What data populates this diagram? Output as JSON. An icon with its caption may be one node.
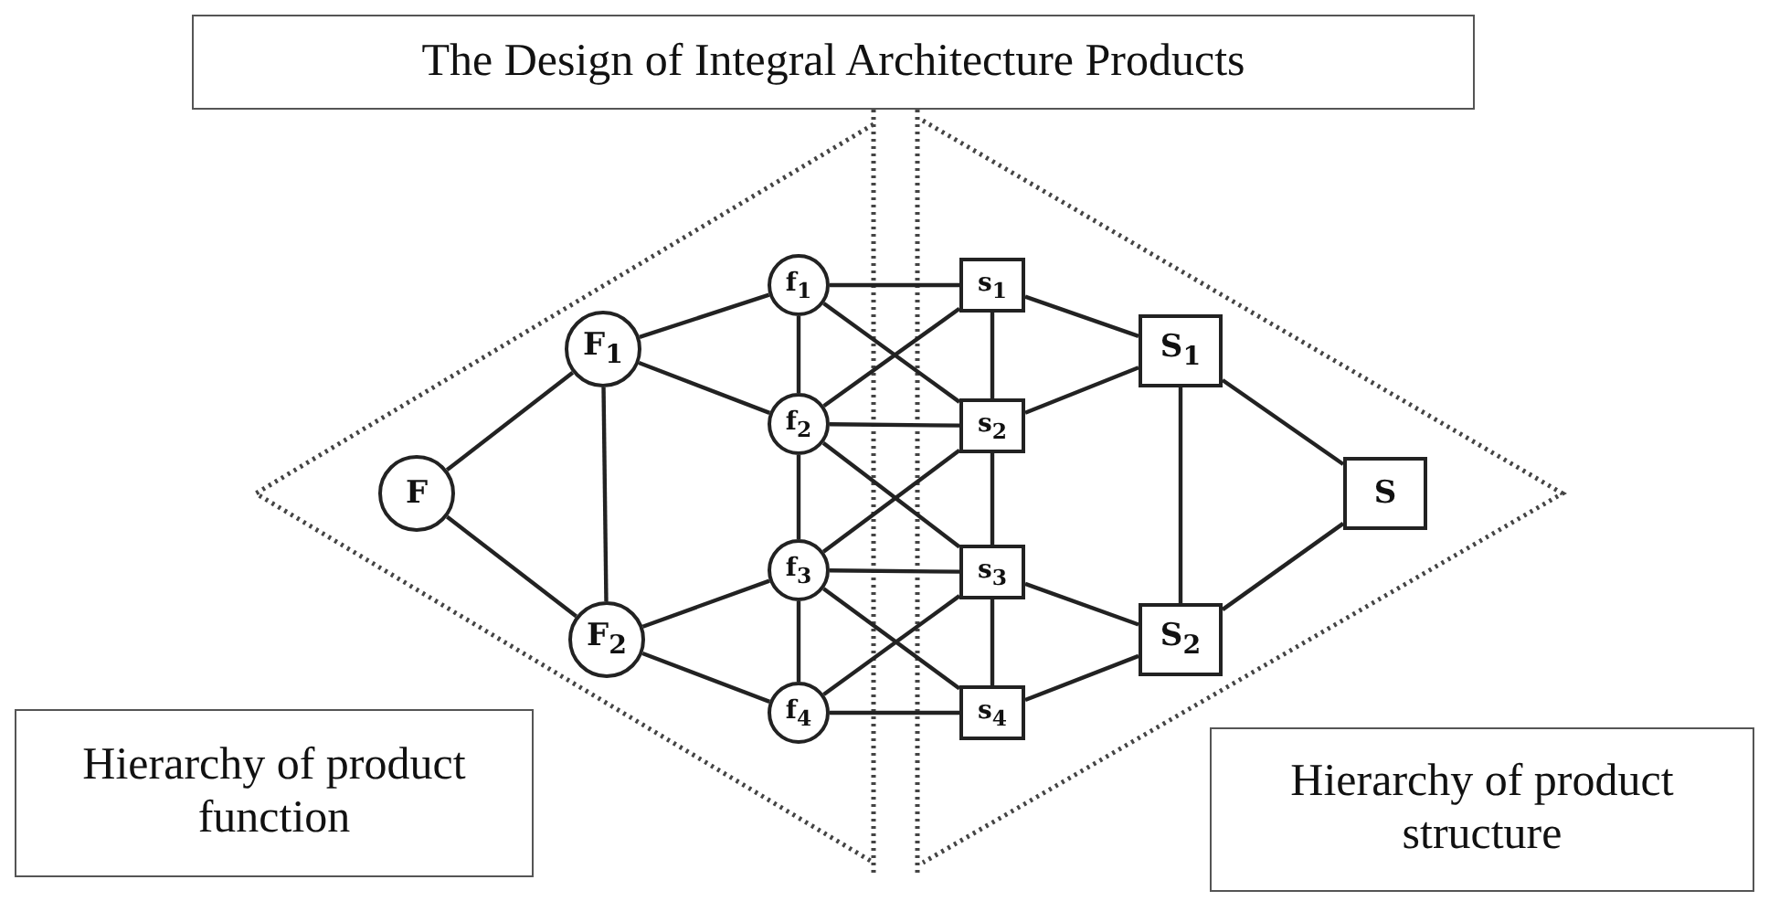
{
  "diagram": {
    "nodes": [
      {
        "text": [
          "The Design of Integral Architecture Products"
        ]
      },
      {
        "text": [
          "Hierarchy of product function"
        ]
      },
      {
        "text": [
          "Hierarchy of product structure"
        ]
      },
      {
        "text": [
          "F"
        ]
      },
      {
        "text": [
          "F$_{1}$"
        ]
      },
      {
        "text": [
          "F$_{2}$"
        ]
      },
      {
        "text": [
          "f$_{1}$"
        ]
      },
      {
        "text": [
          "f$_{2}$"
        ]
      },
      {
        "text": [
          "f$_{3}$"
        ]
      },
      {
        "text": [
          "f$_{4}$"
        ]
      },
      {
        "text": [
          "s$_{1}$"
        ]
      },
      {
        "text": [
          "s$_{2}$"
        ]
      },
      {
        "text": [
          "s$_{3}$"
        ]
      },
      {
        "text": [
          "s$_{4}$"
        ]
      },
      {
        "text": [
          "S$_{1}$"
        ]
      },
      {
        "text": [
          "S$_{2}$"
        ]
      },
      {
        "text": [
          "S"
        ]
      }
    ],
    "edges": [
      {
        "from": 3,
        "to": 4,
        "arrow": "none"
      },
      {
        "from": 3,
        "to": 5,
        "arrow": "none"
      },
      {
        "from": 4,
        "to": 5,
        "arrow": "none"
      },
      {
        "from": 4,
        "to": 6,
        "arrow": "none"
      },
      {
        "from": 4,
        "to": 7,
        "arrow": "none"
      },
      {
        "from": 5,
        "to": 8,
        "arrow": "none"
      },
      {
        "from": 5,
        "to": 9,
        "arrow": "none"
      },
      {
        "from": 6,
        "to": 7,
        "arrow": "none"
      },
      {
        "from": 7,
        "to": 8,
        "arrow": "none"
      },
      {
        "from": 8,
        "to": 9,
        "arrow": "none"
      },
      {
        "from": 6,
        "to": 10,
        "arrow": "none"
      },
      {
        "from": 6,
        "to": 11,
        "arrow": "none"
      },
      {
        "from": 7,
        "to": 10,
        "arrow": "none"
      },
      {
        "from": 7,
        "to": 11,
        "arrow": "none"
      },
      {
        "from": 7,
        "to": 12,
        "arrow": "none"
      },
      {
        "from": 8,
        "to": 11,
        "arrow": "none"
      },
      {
        "from": 8,
        "to": 12,
        "arrow": "none"
      },
      {
        "from": 8,
        "to": 13,
        "arrow": "none"
      },
      {
        "from": 9,
        "to": 12,
        "arrow": "none"
      },
      {
        "from": 9,
        "to": 13,
        "arrow": "none"
      },
      {
        "from": 10,
        "to": 11,
        "arrow": "none"
      },
      {
        "from": 11,
        "to": 12,
        "arrow": "none"
      },
      {
        "from": 12,
        "to": 13,
        "arrow": "none"
      },
      {
        "from": 10,
        "to": 14,
        "arrow": "none"
      },
      {
        "from": 11,
        "to": 14,
        "arrow": "none"
      },
      {
        "from": 12,
        "to": 15,
        "arrow": "none"
      },
      {
        "from": 13,
        "to": 15,
        "arrow": "none"
      },
      {
        "from": 14,
        "to": 15,
        "arrow": "none"
      },
      {
        "from": 14,
        "to": 16,
        "arrow": "none"
      },
      {
        "from": 15,
        "to": 16,
        "arrow": "none"
      }
    ]
  }
}
